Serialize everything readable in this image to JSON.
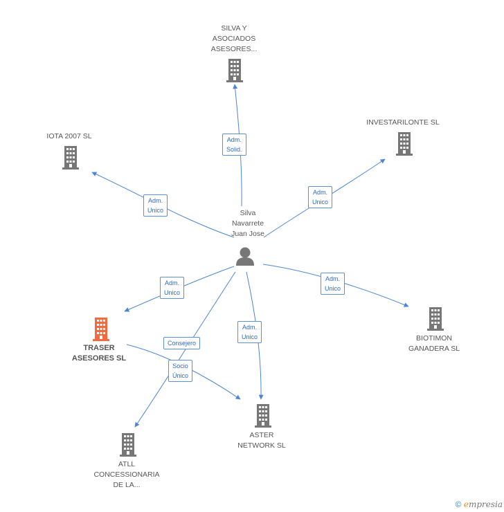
{
  "colors": {
    "edge": "#4a86d4",
    "building": "#777777",
    "building_focus": "#f26a3d",
    "person": "#777777"
  },
  "person": {
    "name_lines": [
      "Silva",
      "Navarrete",
      "Juan Jose"
    ],
    "icon": "person-icon"
  },
  "companies": [
    {
      "id": "silva",
      "lines": [
        "SILVA Y",
        "ASOCIADOS",
        "ASESORES..."
      ],
      "icon": "building-icon"
    },
    {
      "id": "investarilonte",
      "lines": [
        "INVESTARILONTE SL"
      ],
      "icon": "building-icon"
    },
    {
      "id": "iota",
      "lines": [
        "IOTA 2007 SL"
      ],
      "icon": "building-icon"
    },
    {
      "id": "traser",
      "lines": [
        "TRASER",
        "ASESORES SL"
      ],
      "icon": "building-icon",
      "focus": true
    },
    {
      "id": "biotimon",
      "lines": [
        "BIOTIMON",
        "GANADERA SL"
      ],
      "icon": "building-icon"
    },
    {
      "id": "aster",
      "lines": [
        "ASTER",
        "NETWORK SL"
      ],
      "icon": "building-icon"
    },
    {
      "id": "atll",
      "lines": [
        "ATLL",
        "CONCESSIONARIA",
        "DE LA..."
      ],
      "icon": "building-icon"
    }
  ],
  "relations": [
    {
      "id": "r-silva",
      "lines": [
        "Adm.",
        "Solid."
      ]
    },
    {
      "id": "r-invest",
      "lines": [
        "Adm.",
        "Unico"
      ]
    },
    {
      "id": "r-iota",
      "lines": [
        "Adm.",
        "Unico"
      ]
    },
    {
      "id": "r-traser",
      "lines": [
        "Adm.",
        "Unico"
      ]
    },
    {
      "id": "r-biotimon",
      "lines": [
        "Adm.",
        "Unico"
      ]
    },
    {
      "id": "r-aster",
      "lines": [
        "Adm.",
        "Unico"
      ]
    },
    {
      "id": "r-atll",
      "lines": [
        "Consejero"
      ]
    },
    {
      "id": "r-socio",
      "lines": [
        "Socio",
        "Único"
      ]
    }
  ],
  "footer": {
    "copyright": "©",
    "brand_first": "e",
    "brand_rest": "mpresia"
  }
}
